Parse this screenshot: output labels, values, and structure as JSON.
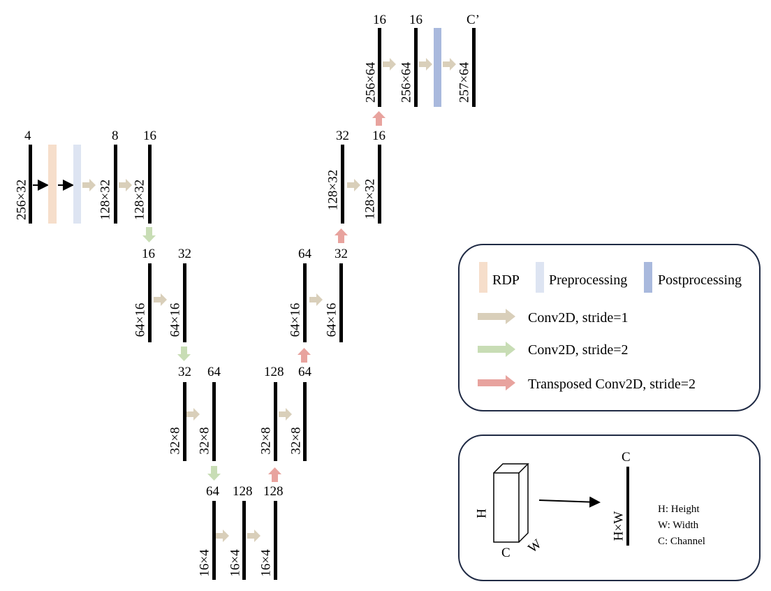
{
  "colors": {
    "rdp": "#f6decb",
    "preprocessing": "#dde4f2",
    "postprocessing": "#a9b9dd",
    "conv_stride1": "#d9cfba",
    "conv_stride2": "#c8ddb5",
    "transposed": "#e8a39e",
    "bar": "#000000"
  },
  "encoder": {
    "level1": {
      "in_channels": "4",
      "in_size": "256×32",
      "ch_a": "8",
      "size_a": "128×32",
      "ch_b": "16",
      "size_b": "128×32"
    },
    "level2": {
      "ch_a": "16",
      "size_a": "64×16",
      "ch_b": "32",
      "size_b": "64×16"
    },
    "level3": {
      "ch_a": "32",
      "size_a": "32×8",
      "ch_b": "64",
      "size_b": "32×8"
    }
  },
  "bottleneck": {
    "ch_a": "64",
    "size_a": "16×4",
    "ch_b": "128",
    "size_b": "16×4",
    "ch_c": "128",
    "size_c": "16×4"
  },
  "decoder": {
    "level3": {
      "ch_a": "128",
      "size_a": "32×8",
      "ch_b": "64",
      "size_b": "32×8"
    },
    "level2": {
      "ch_a": "64",
      "size_a": "64×16",
      "ch_b": "32",
      "size_b": "64×16"
    },
    "level1": {
      "ch_a": "32",
      "size_a": "128×32",
      "ch_b": "16",
      "size_b": "128×32"
    },
    "output": {
      "ch_a": "16",
      "size_a": "256×64",
      "ch_b": "16",
      "size_b": "256×64",
      "ch_c": "C’",
      "size_c": "257×64"
    }
  },
  "legend": {
    "rdp": "RDP",
    "preprocessing": "Preprocessing",
    "postprocessing": "Postprocessing",
    "conv1": "Conv2D, stride=1",
    "conv2": "Conv2D, stride=2",
    "tconv": "Transposed Conv2D, stride=2"
  },
  "notation": {
    "cube_h": "H",
    "cube_c": "C",
    "cube_w": "W",
    "bar_c": "C",
    "bar_hw": "H×W",
    "h_def": "H: Height",
    "w_def": "W: Width",
    "c_def": "C: Channel"
  }
}
